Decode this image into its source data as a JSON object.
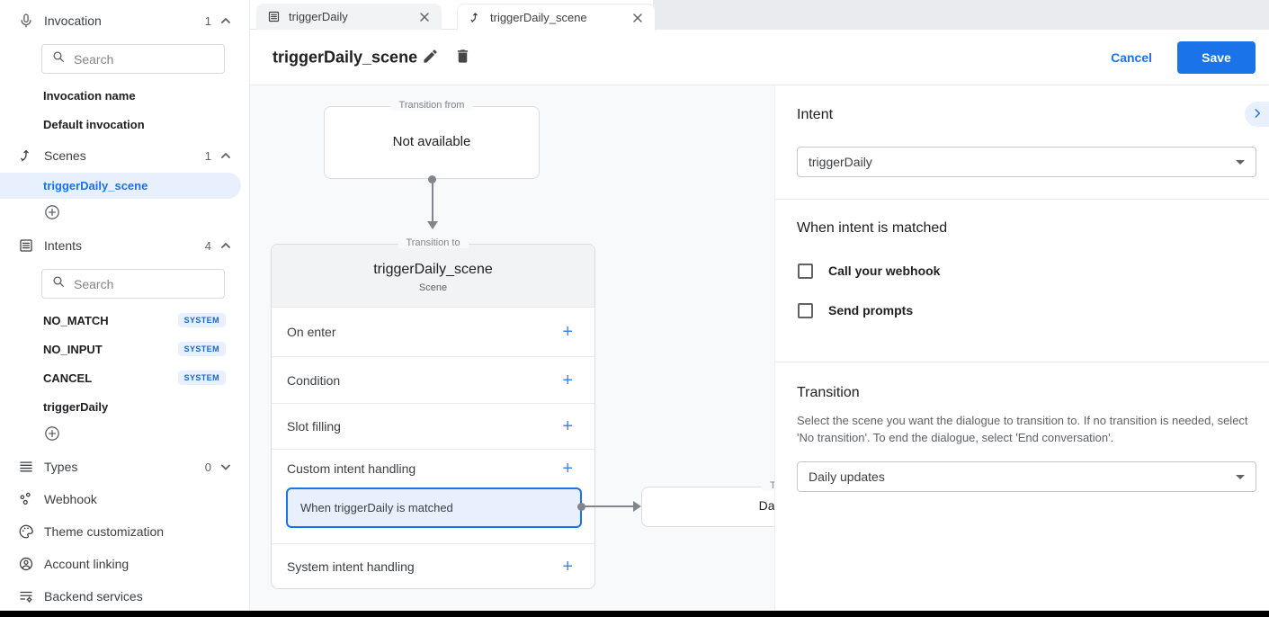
{
  "colors": {
    "accent": "#1a73e8",
    "plus_icon": "#4285f4",
    "selected_bg": "#e8f0fe",
    "badge_bg": "#e8f0fe",
    "badge_text": "#1967d2",
    "canvas_bg": "#f8f9fa",
    "scene_header_bg": "#f1f3f4"
  },
  "sidebar": {
    "sections": {
      "invocation": {
        "label": "Invocation",
        "count": "1",
        "search_placeholder": "Search",
        "items": [
          "Invocation name",
          "Default invocation"
        ]
      },
      "scenes": {
        "label": "Scenes",
        "count": "1",
        "items": [
          "triggerDaily_scene"
        ]
      },
      "intents": {
        "label": "Intents",
        "count": "4",
        "search_placeholder": "Search",
        "items": [
          {
            "name": "NO_MATCH",
            "badge": "SYSTEM"
          },
          {
            "name": "NO_INPUT",
            "badge": "SYSTEM"
          },
          {
            "name": "CANCEL",
            "badge": "SYSTEM"
          },
          {
            "name": "triggerDaily"
          }
        ]
      },
      "types": {
        "label": "Types",
        "count": "0"
      },
      "webhook": {
        "label": "Webhook"
      },
      "theme": {
        "label": "Theme customization"
      },
      "account": {
        "label": "Account linking"
      },
      "backend": {
        "label": "Backend services"
      }
    },
    "icon_names": [
      "microphone-icon",
      "scene-split-icon",
      "intent-list-icon",
      "types-lines-icon",
      "webhook-nodes-icon",
      "palette-icon",
      "account-circle-icon",
      "backend-services-icon",
      "search-icon",
      "add-circle-icon",
      "chevron-up-icon",
      "chevron-down-icon"
    ]
  },
  "tabs": [
    {
      "label": "triggerDaily",
      "icon": "intent-list-icon"
    },
    {
      "label": "triggerDaily_scene",
      "icon": "scene-split-icon"
    }
  ],
  "header": {
    "title": "triggerDaily_scene",
    "cancel": "Cancel",
    "save": "Save"
  },
  "canvas": {
    "transition_from": {
      "label": "Transition from",
      "value": "Not available"
    },
    "scene_card": {
      "label": "Transition to",
      "title": "triggerDaily_scene",
      "subtitle": "Scene",
      "sections": [
        {
          "label": "On enter"
        },
        {
          "label": "Condition"
        },
        {
          "label": "Slot filling"
        },
        {
          "label": "Custom intent handling"
        },
        {
          "label": "System intent handling"
        }
      ],
      "matched_item": {
        "label": "When triggerDaily is matched"
      }
    },
    "target_card": {
      "label": "Transition to",
      "value": "Daily updates"
    }
  },
  "panel": {
    "intent_heading": "Intent",
    "intent_value": "triggerDaily",
    "matched_heading": "When intent is matched",
    "checkbox_webhook": "Call your webhook",
    "checkbox_prompts": "Send prompts",
    "transition_heading": "Transition",
    "transition_description": "Select the scene you want the dialogue to transition to. If no transition is needed, select 'No transition'. To end the dialogue, select 'End conversation'.",
    "transition_value": "Daily updates"
  }
}
